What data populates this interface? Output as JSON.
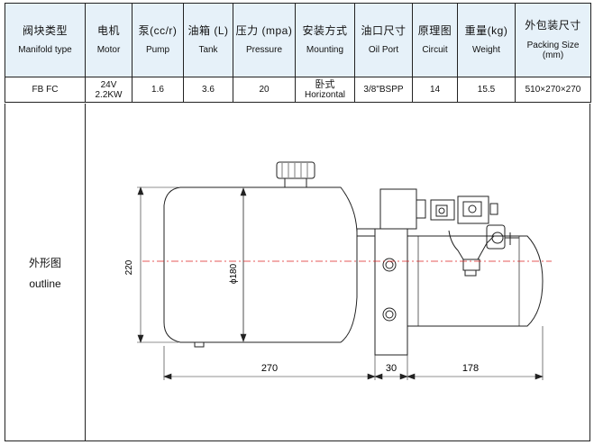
{
  "headers": [
    {
      "zh": "阀块类型",
      "en": "Manifold type"
    },
    {
      "zh": "电机",
      "en": "Motor"
    },
    {
      "zh": "泵(cc/r)",
      "en": "Pump"
    },
    {
      "zh": "油箱 (L)",
      "en": "Tank"
    },
    {
      "zh": "压力 (mpa)",
      "en": "Pressure"
    },
    {
      "zh": "安装方式",
      "en": "Mounting"
    },
    {
      "zh": "油口尺寸",
      "en": "Oil Port"
    },
    {
      "zh": "原理图",
      "en": "Circuit"
    },
    {
      "zh": "重量(kg)",
      "en": "Weight"
    },
    {
      "zh": "外包装尺寸",
      "en": "Packing Size (mm)"
    }
  ],
  "row": {
    "manifold": "FB FC",
    "motor_line1": "24V",
    "motor_line2": "2.2KW",
    "pump": "1.6",
    "tank": "3.6",
    "pressure": "20",
    "mounting_zh": "卧式",
    "mounting_en": "Horizontal",
    "oil_port": "3/8\"BSPP",
    "circuit": "14",
    "weight": "15.5",
    "packing": "510×270×270"
  },
  "outline": {
    "label_zh": "外形图",
    "label_en": "outline"
  },
  "drawing": {
    "dim_height": "220",
    "dim_diameter": "ϕ180",
    "dim_tank_length": "270",
    "dim_flange": "30",
    "dim_motor_length": "178"
  }
}
